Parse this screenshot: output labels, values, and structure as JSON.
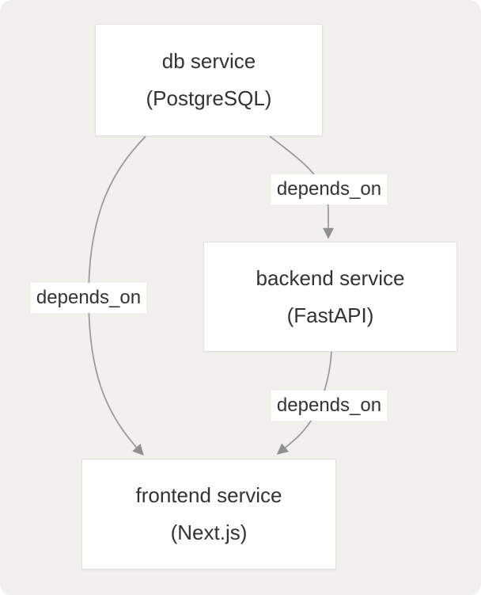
{
  "diagram": {
    "type": "dependency-graph",
    "colors": {
      "bg": "#f2f0ed",
      "node_fill": "#ffffff",
      "node_border": "#e2e0de",
      "edge": "#9b9b9b",
      "arrow": "#8f8f8f",
      "text": "#333333",
      "label_bg": "#ffffff"
    },
    "nodes": [
      {
        "id": "db",
        "line1": "db service",
        "line2": "(PostgreSQL)"
      },
      {
        "id": "backend",
        "line1": "backend service",
        "line2": "(FastAPI)"
      },
      {
        "id": "frontend",
        "line1": "frontend service",
        "line2": "(Next.js)"
      }
    ],
    "edges": [
      {
        "from": "db",
        "to": "backend",
        "label": "depends_on"
      },
      {
        "from": "db",
        "to": "frontend",
        "label": "depends_on"
      },
      {
        "from": "backend",
        "to": "frontend",
        "label": "depends_on"
      }
    ]
  }
}
